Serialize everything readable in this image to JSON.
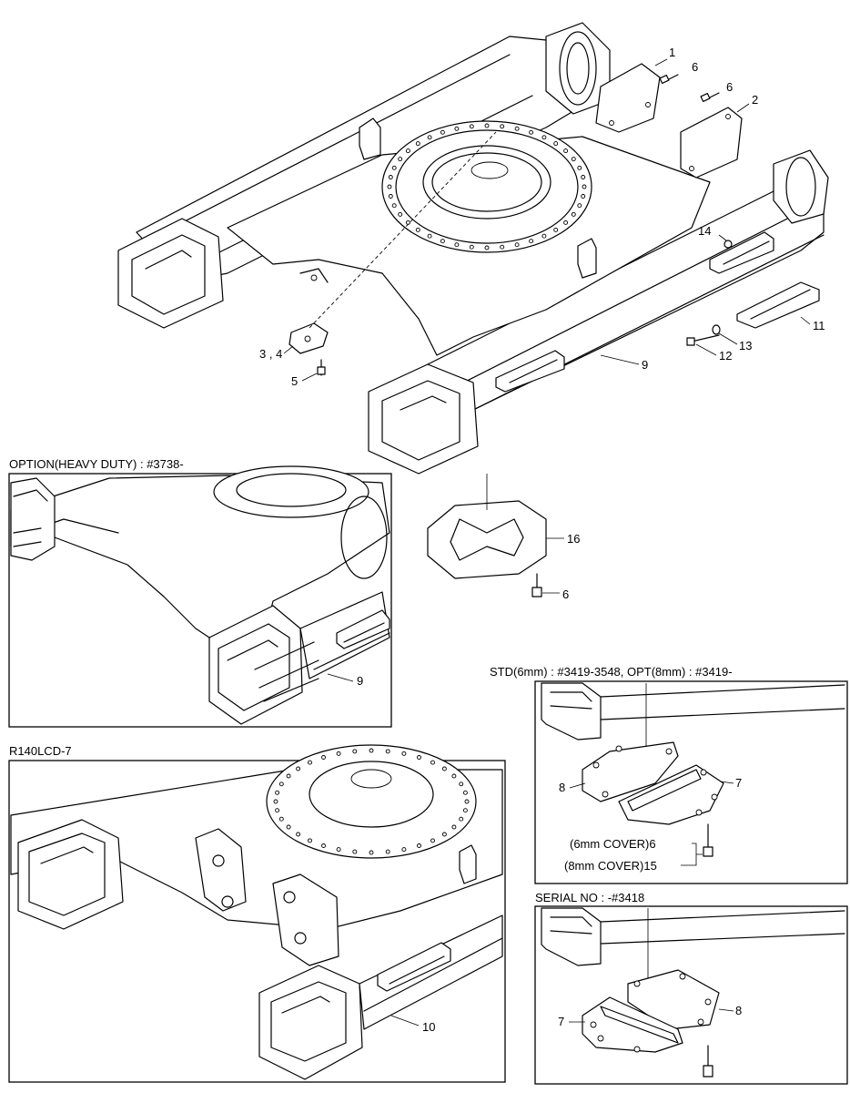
{
  "captions": {
    "option": "OPTION(HEAVY DUTY) : #3738-",
    "r140": "R140LCD-7",
    "std": "STD(6mm) : #3419-3548, OPT(8mm) : #3419-",
    "serial": "SERIAL NO : -#3418"
  },
  "callouts": {
    "n1": "1",
    "n2": "2",
    "n6a": "6",
    "n6b": "6",
    "n14": "14",
    "n11": "11",
    "n12": "12",
    "n13": "13",
    "n9": "9",
    "n34": "3 , 4",
    "n5": "5",
    "n16": "16",
    "n6c": "6",
    "opt_n9": "9",
    "r140_n10": "10",
    "std_n8": "8",
    "std_n7": "7",
    "std_6mm": "(6mm COVER)6",
    "std_8mm": "(8mm COVER)15",
    "ser_n7": "7",
    "ser_n8": "8"
  }
}
